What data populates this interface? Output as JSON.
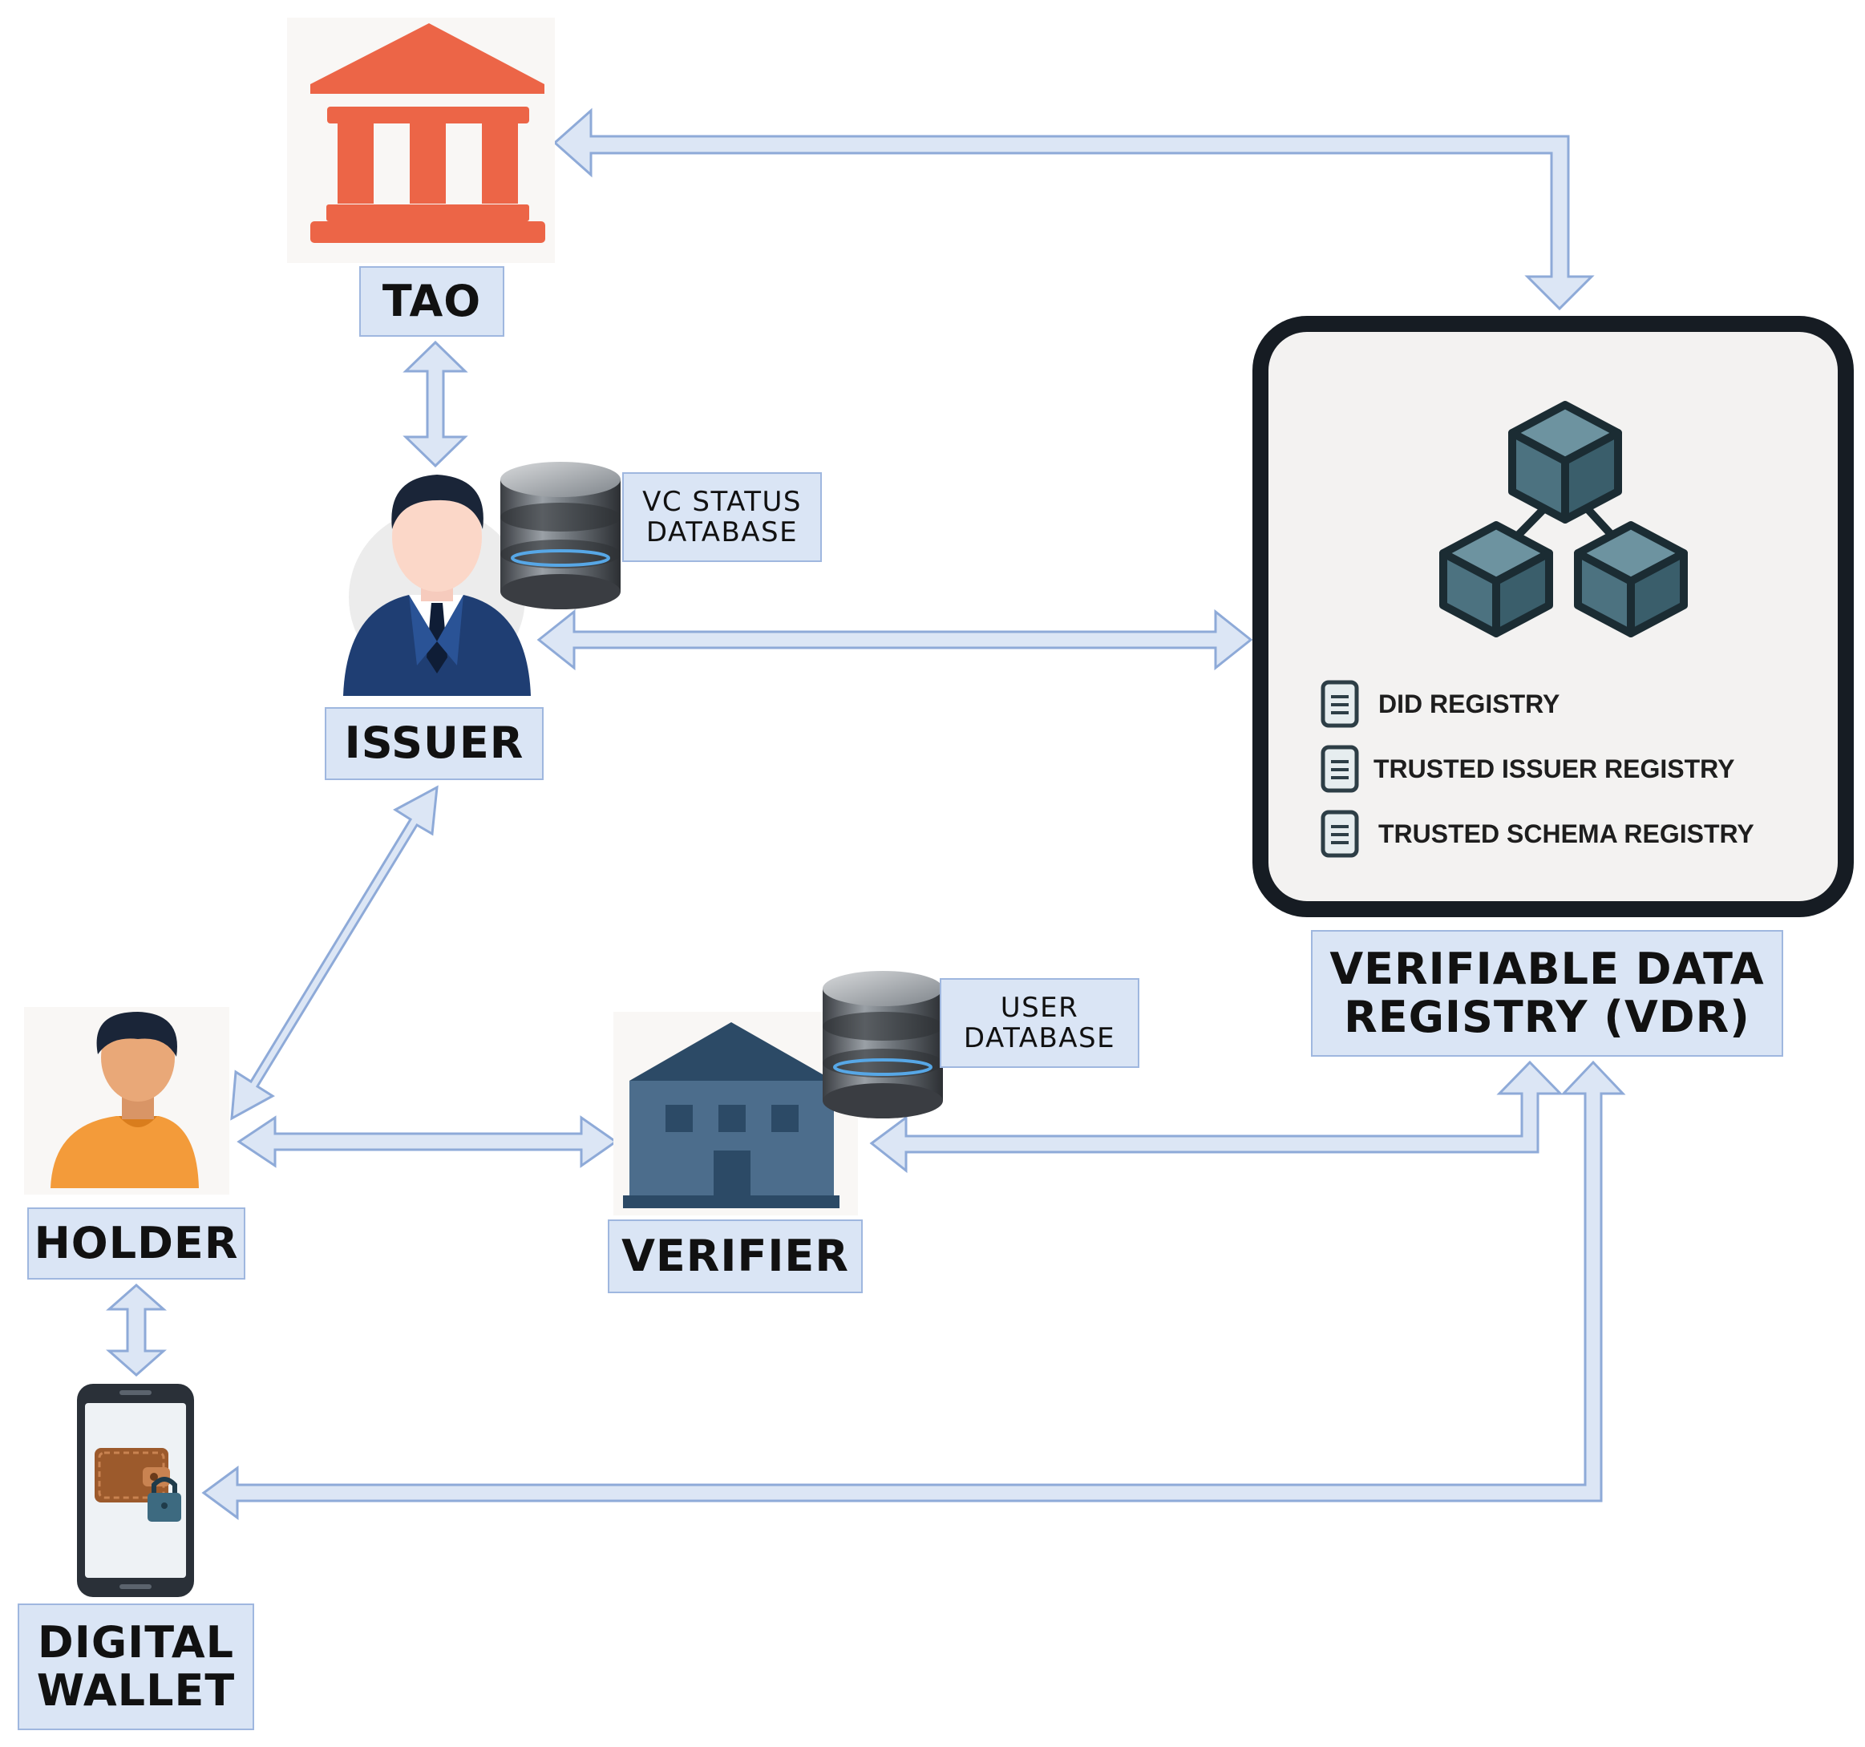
{
  "labels": {
    "tao": "TAO",
    "issuer": "ISSUER",
    "vc_status_db": [
      "VC STATUS",
      "DATABASE"
    ],
    "holder": "HOLDER",
    "verifier": "VERIFIER",
    "user_db": [
      "USER",
      "DATABASE"
    ],
    "vdr": [
      "VERIFIABLE DATA",
      "REGISTRY (VDR)"
    ],
    "wallet": [
      "DIGITAL",
      "WALLET"
    ]
  },
  "registries": [
    "DID REGISTRY",
    "TRUSTED ISSUER REGISTRY",
    "TRUSTED SCHEMA REGISTRY"
  ],
  "colors": {
    "arrow_fill": "#dce6f5",
    "arrow_stroke": "#8eaad8",
    "label_fill": "#dae5f5",
    "tao": "#ec6547",
    "issuer_suit": "#1f3e73",
    "holder_shirt": "#f39b3a",
    "verifier": "#4c6d8c",
    "blocks": "#4c7280",
    "vdr_border": "#161c23",
    "vdr_fill": "#f3f2f1"
  },
  "icons": [
    "bank-icon",
    "businessman-icon",
    "database-icon",
    "person-icon",
    "building-icon",
    "smartphone-icon",
    "wallet-icon",
    "lock-icon",
    "cube-icon",
    "document-icon"
  ]
}
